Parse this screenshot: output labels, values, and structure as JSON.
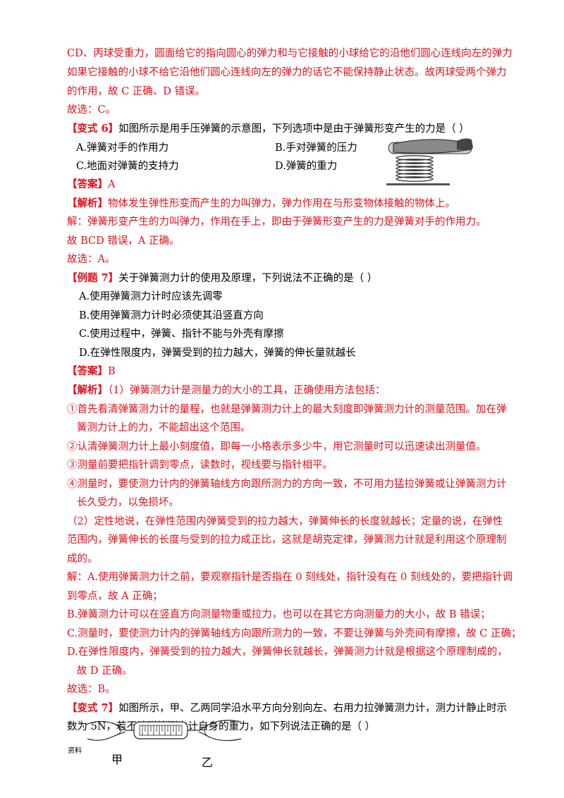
{
  "lines": [
    {
      "text": "CD、丙球受重力，圆面给它的指向圆心的弹力和与它接触的小球给它的沿他们圆心连线向左的弹力"
    },
    {
      "text": "如果它接触的小球不给它沿他们圆心连线向左的弹力的话它不能保持静止状态。故丙球受两个弹力"
    },
    {
      "text": "的作用，故 C 正确、D 错误。"
    },
    {
      "text": "故选：C。"
    }
  ],
  "variant6": {
    "tag": "【变式 6】",
    "question": "如图所示是用手压弹簧的示意图，下列选项中是由于弹簧形变产生的力是（    ）",
    "options": {
      "a": "A.弹簧对手的作用力",
      "b": "B.手对弹簧的压力",
      "c": "C.地面对弹簧的支持力",
      "d": "D.弹簧的重力"
    },
    "answer_tag": "【答案】",
    "answer": "A",
    "analysis_tag": "【解析】",
    "analysis": "物体发生弹性形变而产生的力叫弹力，弹力作用在与形变物体接触的物体上。",
    "solution1": "解：弹簧形变产生的力叫弹力，作用在手上，即由于弹簧形变产生的力是弹簧对手的作用力。",
    "solution2": "故 BCD 错误，A 正确。",
    "choose": "故选：A。"
  },
  "example7": {
    "tag": "【例题 7】",
    "question": "关于弹簧测力计的使用及原理，下列说法不正确的是（        ）",
    "options": {
      "a": "A.使用弹簧测力计时应该先调零",
      "b": "B.使用弹簧测力计时必须使其沿竖直方向",
      "c": "C.使用过程中，弹簧、指针不能与外壳有摩擦",
      "d": "D.在弹性限度内，弹簧受到的拉力越大，弹簧的伸长量就越长"
    },
    "answer_tag": "【答案】",
    "answer": "B",
    "analysis_tag": "【解析】",
    "analysis_first": "（1）弹簧测力计是测量力的大小的工具，正确使用方法包括：",
    "body": [
      "①首先看清弹簧测力计的量程，也就是弹簧测力计上的最大刻度即弹簧测力计的测量范围。加在弹",
      "   簧测力计上的力，不能超出这个范围。",
      "②认清弹簧测力计上最小刻度值，即每一小格表示多少牛，用它测量时可以迅速读出测量值。",
      "③测量前要把指针调到零点，读数时，视线要与指针相平。",
      "④测量时，要使测力计内的弹簧轴线方向跟所测力的方向一致，不可用力猛拉弹簧或让弹簧测力计",
      "   长久受力，以免损坏。",
      "（2）定性地说，在弹性范围内弹簧受到的拉力越大，弹簧伸长的长度就越长；定量的说，在弹性",
      "范围内，弹簧伸长的长度与受到的拉力成正比，这就是胡克定律，弹簧测力计就是利用这个原理制",
      "成的。",
      "解：A.使用弹簧测力计之前，要观察指针是否指在 0 刻线处，指针没有在 0 刻线处的，要把指针调",
      "到零点，故 A 正确；",
      "B.弹簧测力计可以在竖直方向测量物重或拉力，也可以在其它方向测量力的大小，故 B 错误；",
      "C.测量时，要使测力计内的弹簧轴线方向跟所测力的一致，不要让弹簧与外壳间有摩擦，故 C 正确；",
      "D.在弹性限度内，弹簧受到的拉力越大，弹簧伸长就越长，弹簧测力计就是根据这个原理制成的，",
      "   故 D 正确。",
      "故选：B。"
    ]
  },
  "variant7": {
    "tag": "【变式 7】",
    "line1": "如图所示，甲、乙两同学沿水平方向分别向左、右用力拉弹簧测力计，测力计静止时示",
    "line2": "数为 5N，若不计弹簧测力计自身的重力，如下列说法正确的是（       ）",
    "fig_label_left": "甲",
    "fig_label_right": "乙",
    "fig_side_text": "资料"
  }
}
